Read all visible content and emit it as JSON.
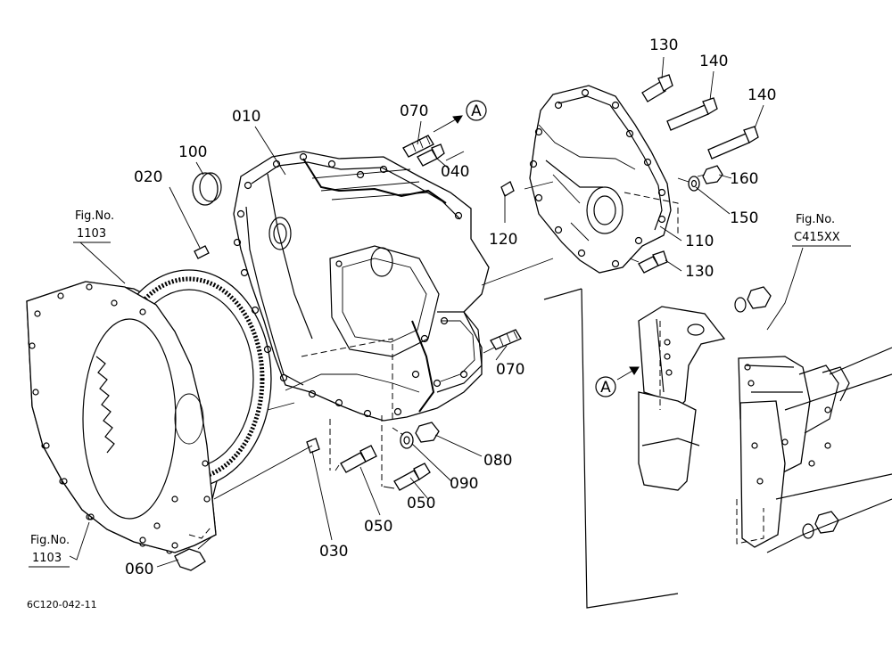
{
  "parts": {
    "p010": "010",
    "p020": "020",
    "p030": "030",
    "p040": "040",
    "p050a": "050",
    "p050b": "050",
    "p060": "060",
    "p070a": "070",
    "p070b": "070",
    "p080": "080",
    "p090": "090",
    "p100": "100",
    "p110": "110",
    "p120": "120",
    "p130a": "130",
    "p130b": "130",
    "p140a": "140",
    "p140b": "140",
    "p150": "150",
    "p160": "160"
  },
  "references": {
    "fig1103_a": {
      "title": "Fig.No.",
      "number": "1103"
    },
    "fig1103_b": {
      "title": "Fig.No.",
      "number": "1103"
    },
    "figC415": {
      "title": "Fig.No.",
      "number": "C415XX"
    }
  },
  "callouts": {
    "a1": "A",
    "a2": "A"
  },
  "document_code": "6C120-042-11"
}
